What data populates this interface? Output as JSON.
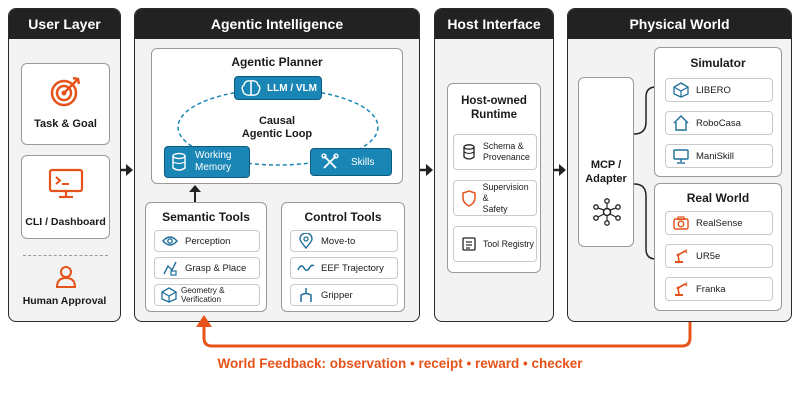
{
  "colors": {
    "accent_orange": "#e5531a",
    "accent_blue": "#1a86b5",
    "header_dark": "#222222",
    "icon_blue": "#1f6f9a"
  },
  "user_layer": {
    "title": "User Layer",
    "items": [
      {
        "label": "Task & Goal",
        "icon": "target-icon"
      },
      {
        "label": "CLI / Dashboard",
        "icon": "monitor-terminal-icon"
      },
      {
        "label": "Human Approval",
        "icon": "person-icon"
      }
    ]
  },
  "agentic": {
    "title": "Agentic Intelligence",
    "planner": {
      "title": "Agentic Planner",
      "llm": "LLM / VLM",
      "loop_line1": "Causal",
      "loop_line2": "Agentic Loop",
      "memory_line1": "Working",
      "memory_line2": "Memory",
      "skills": "Skills"
    },
    "semantic": {
      "title": "Semantic Tools",
      "items": [
        {
          "label": "Perception",
          "icon": "eye-icon"
        },
        {
          "label": "Grasp & Place",
          "icon": "grasp-icon"
        },
        {
          "label": "Geometry & Verification",
          "icon": "cube-icon"
        }
      ]
    },
    "control": {
      "title": "Control Tools",
      "items": [
        {
          "label": "Move-to",
          "icon": "location-pin-icon"
        },
        {
          "label": "EEF Trajectory",
          "icon": "trajectory-icon"
        },
        {
          "label": "Gripper",
          "icon": "gripper-icon"
        }
      ]
    }
  },
  "host": {
    "title": "Host Interface",
    "runtime_line1": "Host-owned",
    "runtime_line2": "Runtime",
    "items": [
      {
        "line1": "Schema &",
        "line2": "Provenance",
        "icon": "database-icon"
      },
      {
        "line1": "Supervision &",
        "line2": "Safety",
        "icon": "shield-icon"
      },
      {
        "line1": "Tool Registry",
        "line2": "",
        "icon": "registry-icon"
      }
    ]
  },
  "physical": {
    "title": "Physical World",
    "adapter_line1": "MCP /",
    "adapter_line2": "Adapter",
    "simulator": {
      "title": "Simulator",
      "items": [
        {
          "label": "LIBERO",
          "icon": "cube-icon"
        },
        {
          "label": "RoboCasa",
          "icon": "house-icon"
        },
        {
          "label": "ManiSkill",
          "icon": "monitor-icon"
        }
      ]
    },
    "real": {
      "title": "Real World",
      "items": [
        {
          "label": "RealSense",
          "icon": "camera-icon"
        },
        {
          "label": "UR5e",
          "icon": "robot-arm-icon"
        },
        {
          "label": "Franka",
          "icon": "robot-arm-icon"
        }
      ]
    }
  },
  "feedback": "World Feedback: observation • receipt • reward • checker"
}
